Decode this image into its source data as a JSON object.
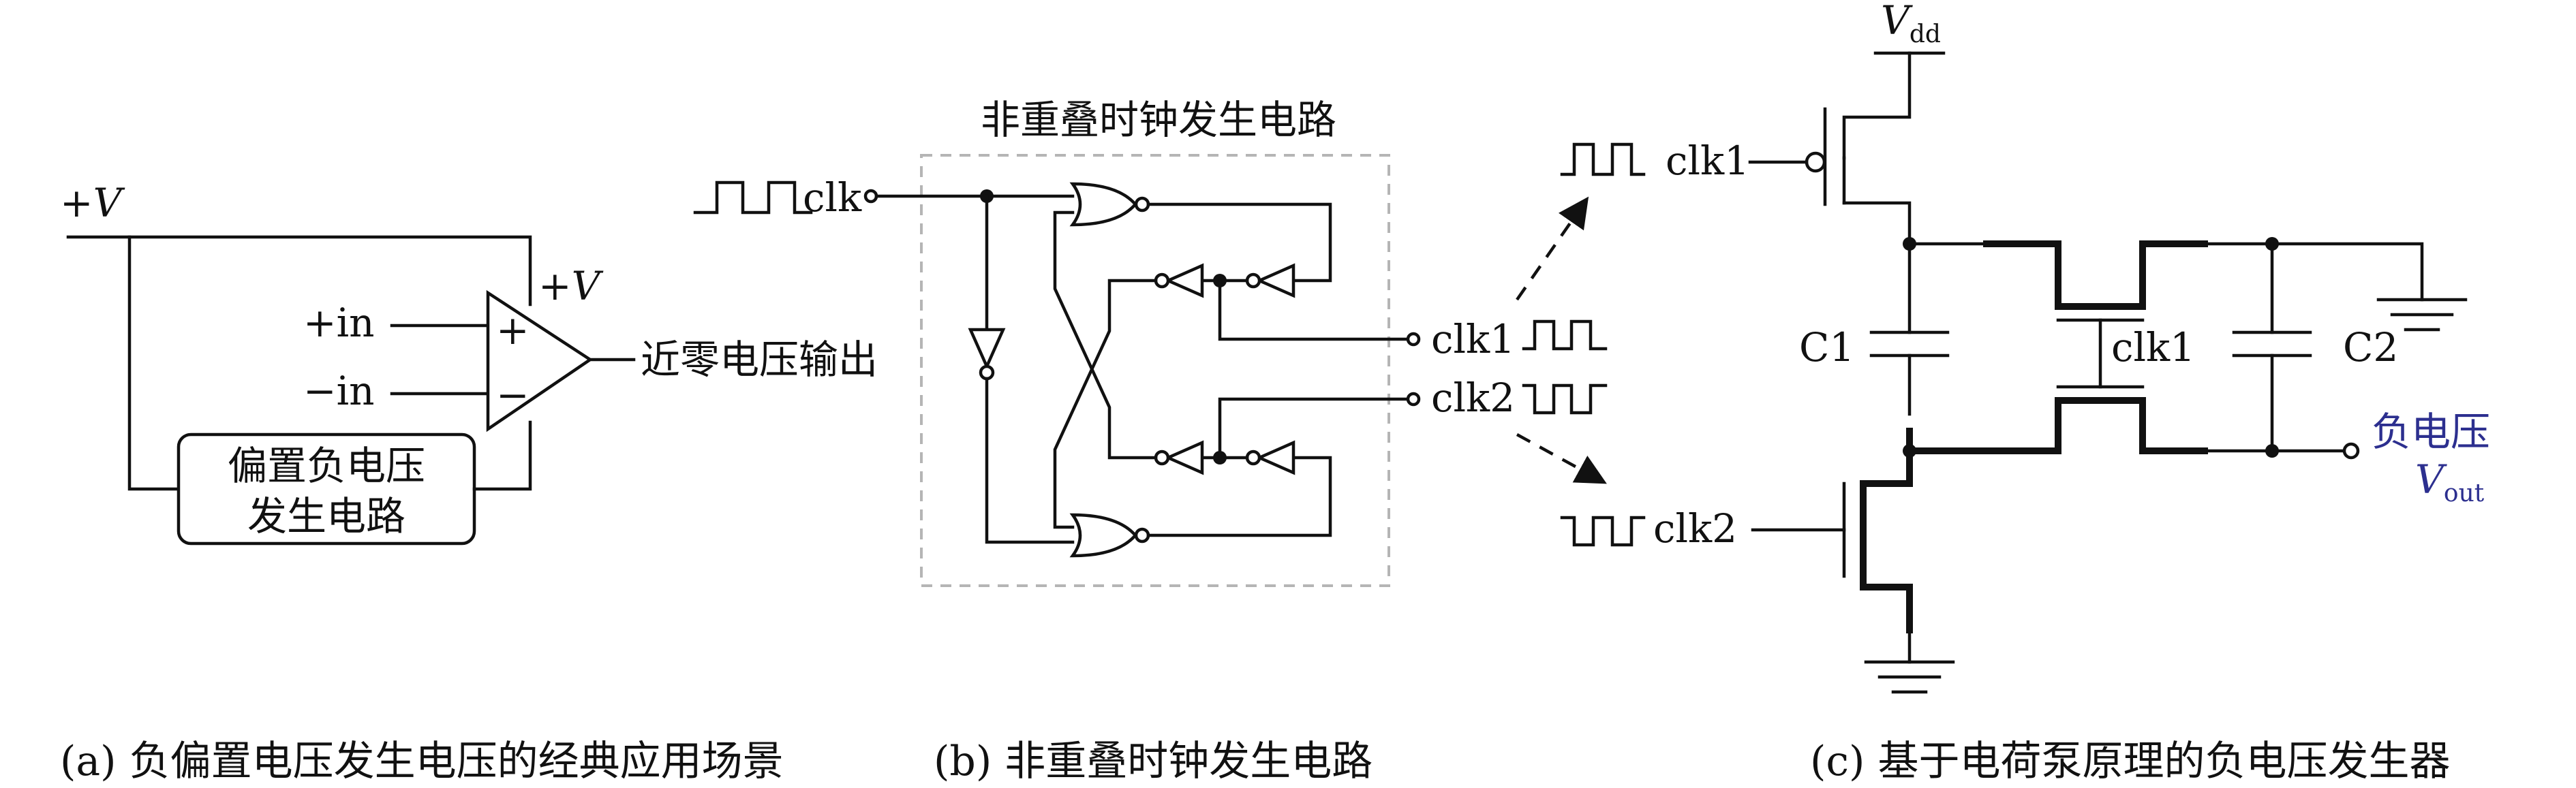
{
  "panel_a": {
    "supply_label": "+V",
    "opamp_supply_label": "+V",
    "in_plus_label": "+in",
    "in_minus_label": "−in",
    "plus_sign": "+",
    "minus_sign": "−",
    "output_label": "近零电压输出",
    "bias_box_line1": "偏置负电压",
    "bias_box_line2": "发生电路",
    "caption": "(a) 负偏置电压发生电压的经典应用场景"
  },
  "panel_b": {
    "title": "非重叠时钟发生电路",
    "clk_in_label": "clk",
    "clk1_out_label": "clk1",
    "clk2_out_label": "clk2",
    "caption": "(b) 非重叠时钟发生电路"
  },
  "panel_c": {
    "vdd_label": "V",
    "vdd_sub": "dd",
    "clk1_label": "clk1",
    "clk2_label": "clk2",
    "c1_label": "C1",
    "c2_label": "C2",
    "switch_label": "clk1",
    "neg_voltage_label": "负电压",
    "vout_label": "V",
    "vout_sub": "out",
    "caption": "(c) 基于电荷泵原理的负电压发生器"
  },
  "colors": {
    "wire": "#111111",
    "dashed_box": "#b5b5b5",
    "output_label": "#2c2f8f"
  }
}
